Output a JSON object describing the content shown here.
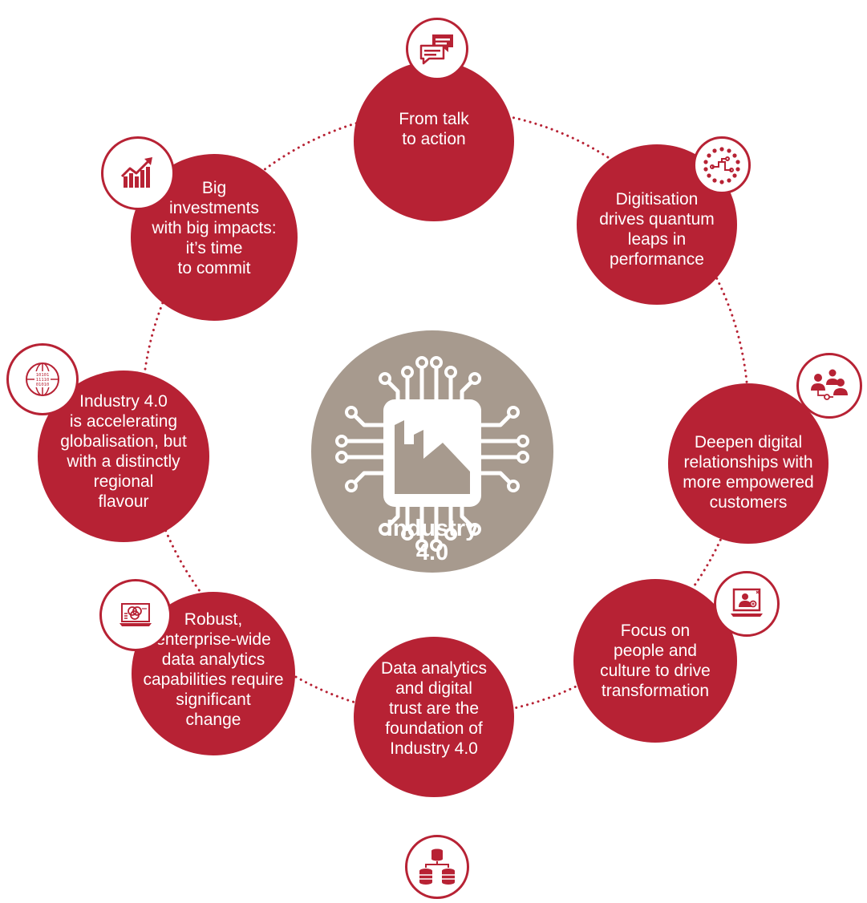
{
  "colors": {
    "node": "#b72234",
    "center": "#a79a8e",
    "connector": "#b72234",
    "badge_bg": "#ffffff"
  },
  "center": {
    "label": "Industry\n4.0",
    "icon": "factory-circuit-icon"
  },
  "nodes": [
    {
      "id": "n1",
      "text": "From talk\nto action",
      "icon": "chat-bubbles-icon"
    },
    {
      "id": "n2",
      "text": "Digitisation\ndrives quantum\nleaps in\nperformance",
      "icon": "digital-circuit-icon"
    },
    {
      "id": "n3",
      "text": "Deepen digital\nrelationships with\nmore empowered\ncustomers",
      "icon": "connected-people-icon"
    },
    {
      "id": "n4",
      "text": "Focus on\npeople and\nculture to drive\ntransformation",
      "icon": "video-call-monitor-icon"
    },
    {
      "id": "n5",
      "text": "Data analytics\nand digital\ntrust are the\nfoundation of\nIndustry 4.0",
      "icon": "database-network-icon"
    },
    {
      "id": "n6",
      "text": "Robust,\nenterprise-wide\ndata analytics\ncapabilities require\nsignificant\nchange",
      "icon": "laptop-venn-icon"
    },
    {
      "id": "n7",
      "text": "Industry 4.0\nis accelerating\nglobalisation, but\nwith a distinctly\nregional\nflavour",
      "icon": "binary-globe-icon"
    },
    {
      "id": "n8",
      "text": "Big\ninvestments\nwith big impacts:\nit’s time\nto commit",
      "icon": "rising-chart-icon"
    }
  ]
}
